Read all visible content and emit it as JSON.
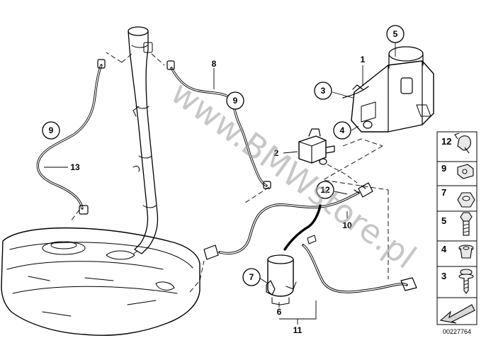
{
  "callouts": {
    "c1": "1",
    "c2": "2",
    "c3": "3",
    "c4": "4",
    "c5": "5",
    "c6": "6",
    "c7": "7",
    "c8": "8",
    "c9a": "9",
    "c9b": "9",
    "c10": "10",
    "c11": "11",
    "c12": "12",
    "c13": "13"
  },
  "legend": {
    "items": [
      {
        "number": "12",
        "icon": "hose-clamp-icon"
      },
      {
        "number": "9",
        "icon": "clip-nut-icon"
      },
      {
        "number": "7",
        "icon": "hex-nut-icon"
      },
      {
        "number": "5",
        "icon": "hex-bolt-icon"
      },
      {
        "number": "4",
        "icon": "grommet-icon"
      },
      {
        "number": "3",
        "icon": "screw-with-washer-icon"
      }
    ],
    "arrow_icon": "direction-arrow-icon"
  },
  "watermark": "www.BMWstore.pl",
  "diagram_id": "00227764"
}
